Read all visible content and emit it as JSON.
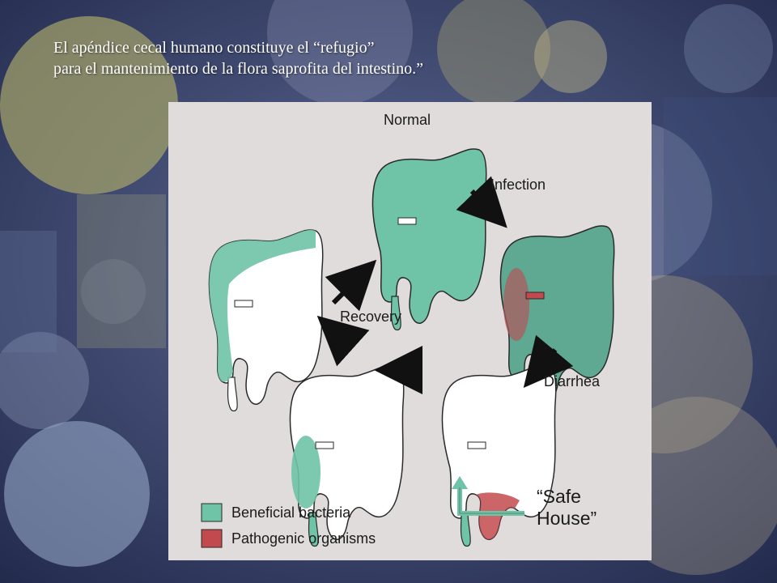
{
  "slide": {
    "title_line1": "El apéndice cecal humano constituye el “refugio”",
    "title_line2": "para el mantenimiento de la flora saprofita del intestino.”"
  },
  "diagram": {
    "labels": {
      "normal": "Normal",
      "infection": "Infection",
      "diarrhea": "Diarrhea",
      "recovery": "Recovery",
      "safe_house_line1": "“Safe",
      "safe_house_line2": "House”"
    },
    "legend": {
      "beneficial": "Beneficial bacteria",
      "pathogenic": "Pathogenic organisms"
    },
    "colors": {
      "beneficial": "#6fc3a6",
      "pathogenic": "#c24a4e",
      "empty": "#ffffff",
      "outline": "#2a2a2a",
      "arrow": "#111111",
      "safe_house_arrow": "#6fc3a6",
      "panel": "#e0dcdc"
    },
    "icons": [
      "arrow-icon",
      "colon-icon"
    ]
  }
}
